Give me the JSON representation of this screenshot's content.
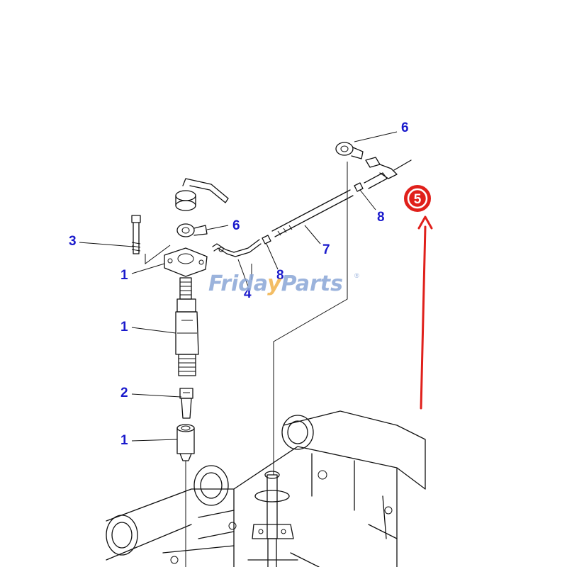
{
  "callouts": {
    "c6_top": "6",
    "c8_right": "8",
    "c6_mid": "6",
    "c7": "7",
    "c3": "3",
    "c1_flange": "1",
    "c8_mid": "8",
    "c4": "4",
    "c1_body": "1",
    "c2": "2",
    "c1_nozzle": "1"
  },
  "highlight": {
    "label": "5",
    "color": "#e0201b",
    "ring_color": "#e0201b"
  },
  "watermark": {
    "part1": "Frida",
    "part2": "y",
    "part3": "Parts",
    "mark": "®",
    "color_main": "#8aa6d6",
    "color_accent": "#f2b24a"
  },
  "colors": {
    "callout": "#1a1acc",
    "line": "#111111",
    "arrow": "#e0201b"
  }
}
